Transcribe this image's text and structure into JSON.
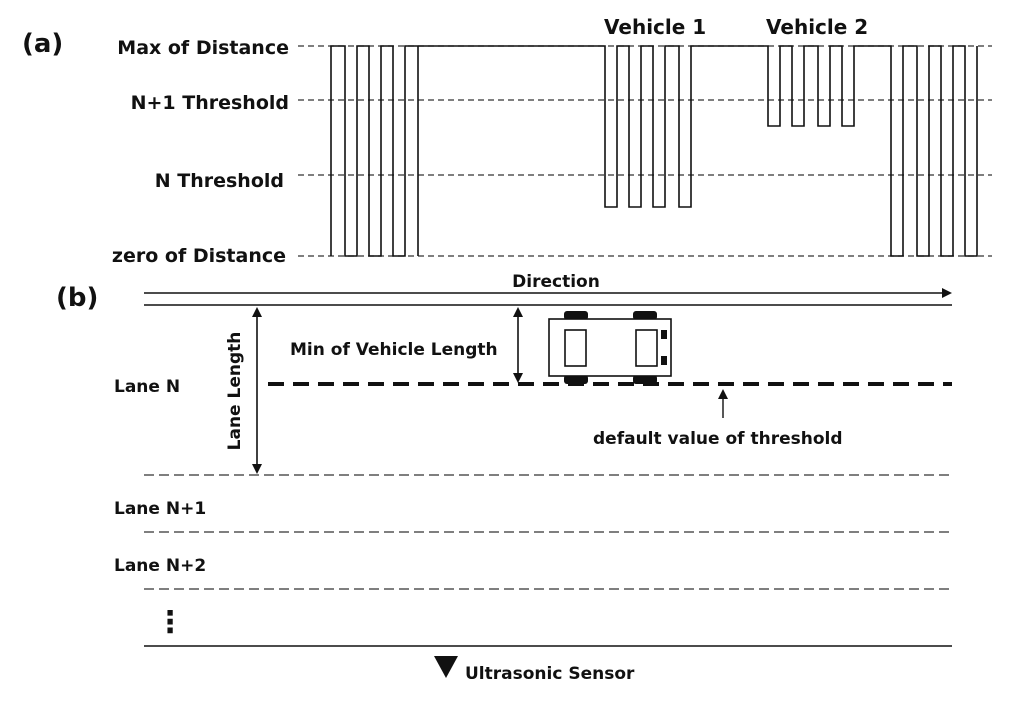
{
  "panel_a": {
    "label": "(a)",
    "levels": {
      "max": "Max of Distance",
      "n1": "N+1 Threshold",
      "n": "N Threshold",
      "zero": "zero of Distance"
    },
    "vehicles": [
      "Vehicle 1",
      "Vehicle 2"
    ]
  },
  "panel_b": {
    "label": "(b)",
    "direction": "Direction",
    "min_vehicle_length": "Min of Vehicle Length",
    "lane_length": "Lane Length",
    "default_threshold": "default value of threshold",
    "lanes": [
      "Lane N",
      "Lane N+1",
      "Lane N+2"
    ],
    "more": "⋮",
    "sensor": "Ultrasonic Sensor"
  }
}
